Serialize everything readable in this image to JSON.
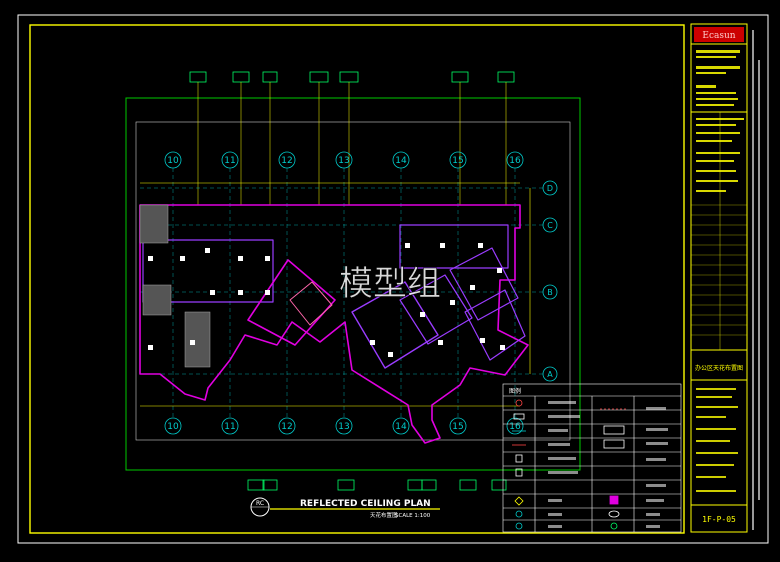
{
  "drawing": {
    "title": "REFLECTED CEILING PLAN",
    "title_cn": "天花布置图",
    "scale": "SCALE 1:100",
    "section_symbol": "RC",
    "watermark": "模型组"
  },
  "grid": {
    "columns": [
      "10",
      "11",
      "12",
      "13",
      "14",
      "15",
      "16"
    ],
    "rows": [
      "D",
      "C",
      "B",
      "A"
    ]
  },
  "title_block": {
    "logo": "Ecasun",
    "drawing_name": "办公区天花布置图",
    "drawing_number": "1F-P-05",
    "colors": {
      "frame": "#ffff00",
      "logo_bg": "#cc0000",
      "logo_text": "#ffcccc"
    }
  },
  "legend": {
    "header": "图例"
  },
  "colors": {
    "border": "#ffff00",
    "grid_axis": "#00cccc",
    "outline_green": "#00c800",
    "wall_magenta": "#e000e0",
    "wall_purple": "#9a3cff",
    "dimension": "#ffff00"
  }
}
